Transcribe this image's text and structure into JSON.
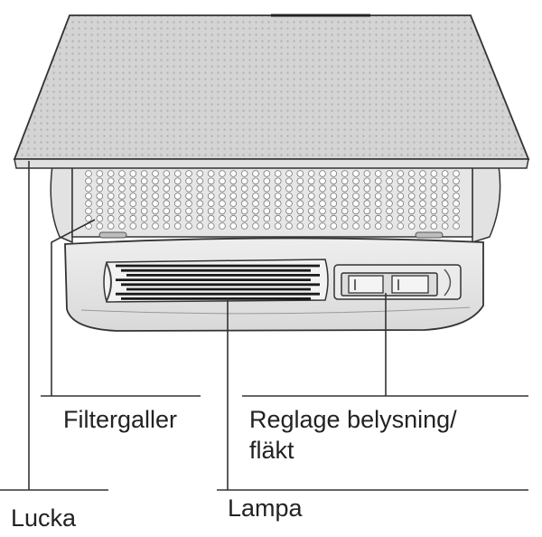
{
  "labels": {
    "filter_grille": "Filtergaller",
    "controls_line1": "Reglage belysning/",
    "controls_line2": "fläkt",
    "lamp": "Lampa",
    "door": "Lucka"
  },
  "colors": {
    "line": "#333333",
    "panel": "#d2d2d2",
    "body": "#ececec",
    "body_shadow": "#d6d6d6",
    "perforation": "#ffffff",
    "lamp_slot": "#222222"
  },
  "figure": {
    "grille_rows": 8,
    "grille_cols": 34
  }
}
